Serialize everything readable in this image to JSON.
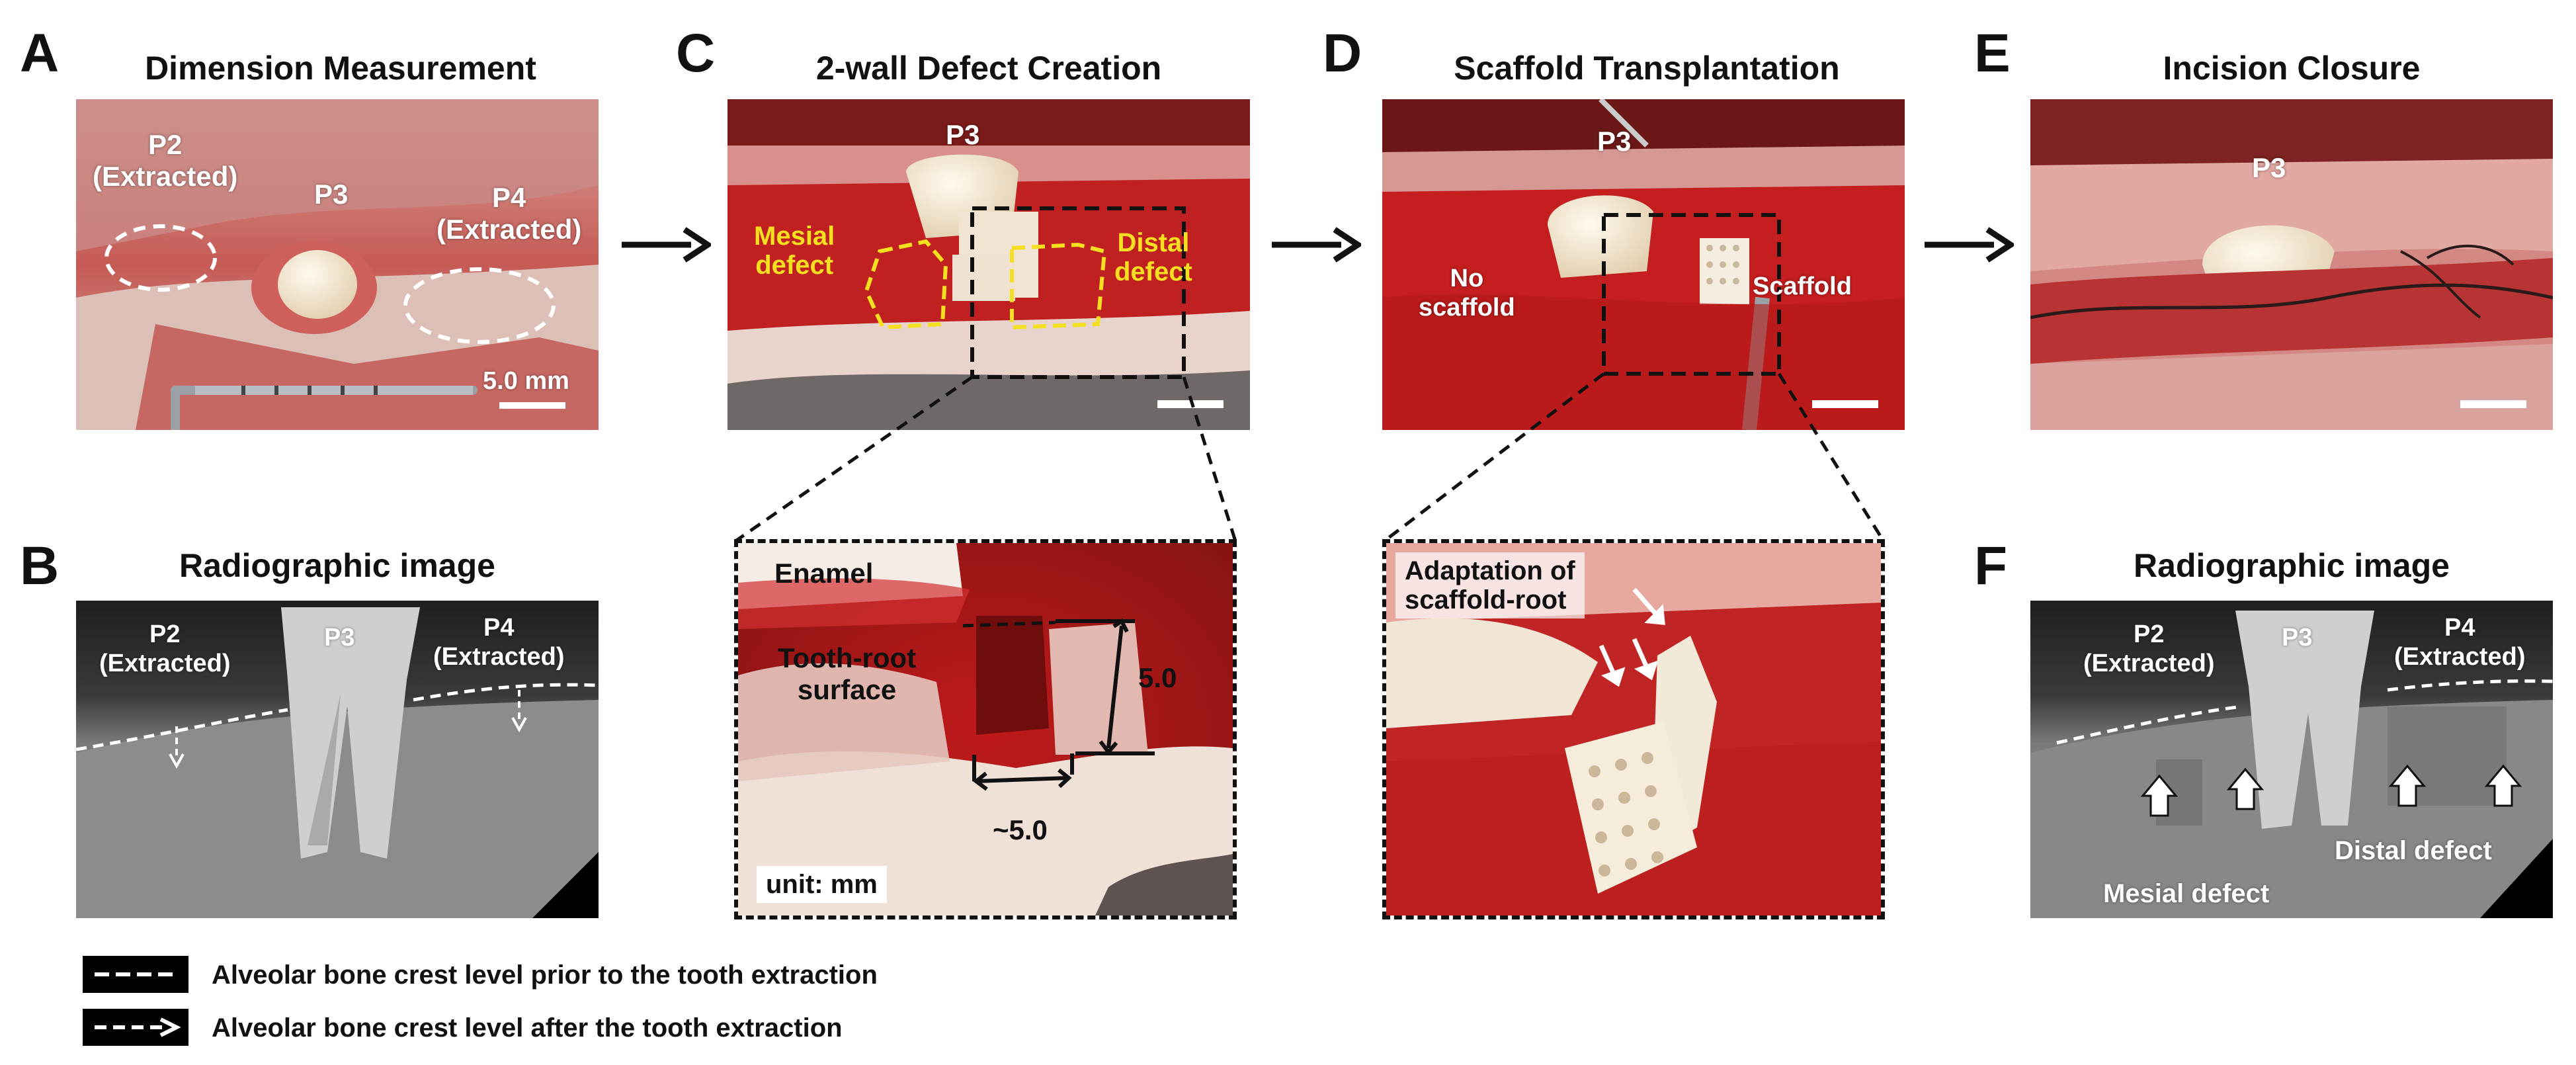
{
  "panels": {
    "A": {
      "letter": "A",
      "title": "Dimension Measurement",
      "labels": {
        "p2": "P2\n(Extracted)",
        "p3": "P3",
        "p4": "P4\n(Extracted)",
        "scale": "5.0 mm"
      }
    },
    "B": {
      "letter": "B",
      "title": "Radiographic image",
      "labels": {
        "p2": "P2\n(Extracted)",
        "p3": "P3",
        "p4": "P4\n(Extracted)"
      }
    },
    "C": {
      "letter": "C",
      "title": "2-wall Defect Creation",
      "labels": {
        "p3": "P3",
        "mesial": "Mesial\ndefect",
        "distal": "Distal\ndefect"
      },
      "zoom": {
        "enamel": "Enamel",
        "root_surface": "Tooth-root\nsurface",
        "height": "5.0",
        "width": "~5.0",
        "unit": "unit: mm"
      }
    },
    "D": {
      "letter": "D",
      "title": "Scaffold Transplantation",
      "labels": {
        "p3": "P3",
        "no_scaffold": "No\nscaffold",
        "scaffold": "Scaffold"
      },
      "zoom": {
        "adaptation": "Adaptation of\nscaffold-root"
      }
    },
    "E": {
      "letter": "E",
      "title": "Incision Closure",
      "labels": {
        "p3": "P3"
      }
    },
    "F": {
      "letter": "F",
      "title": "Radiographic image",
      "labels": {
        "p2": "P2\n(Extracted)",
        "p3": "P3",
        "p4": "P4\n(Extracted)",
        "mesial": "Mesial defect",
        "distal": "Distal defect"
      }
    }
  },
  "legend": [
    {
      "icon": "dashed-line-icon",
      "text": "Alveolar bone crest level prior to the tooth extraction"
    },
    {
      "icon": "dashed-arrow-icon",
      "text": "Alveolar bone crest level after the tooth extraction"
    }
  ],
  "colors": {
    "tissue": "#b82a2a",
    "blood": "#c41a1a",
    "bone": "#f0dcd0",
    "tooth": "#f3e6cf",
    "xray_dark": "#2a2a2a",
    "xray_light": "#9a9a9a",
    "defect_outline": "#f4e020"
  }
}
